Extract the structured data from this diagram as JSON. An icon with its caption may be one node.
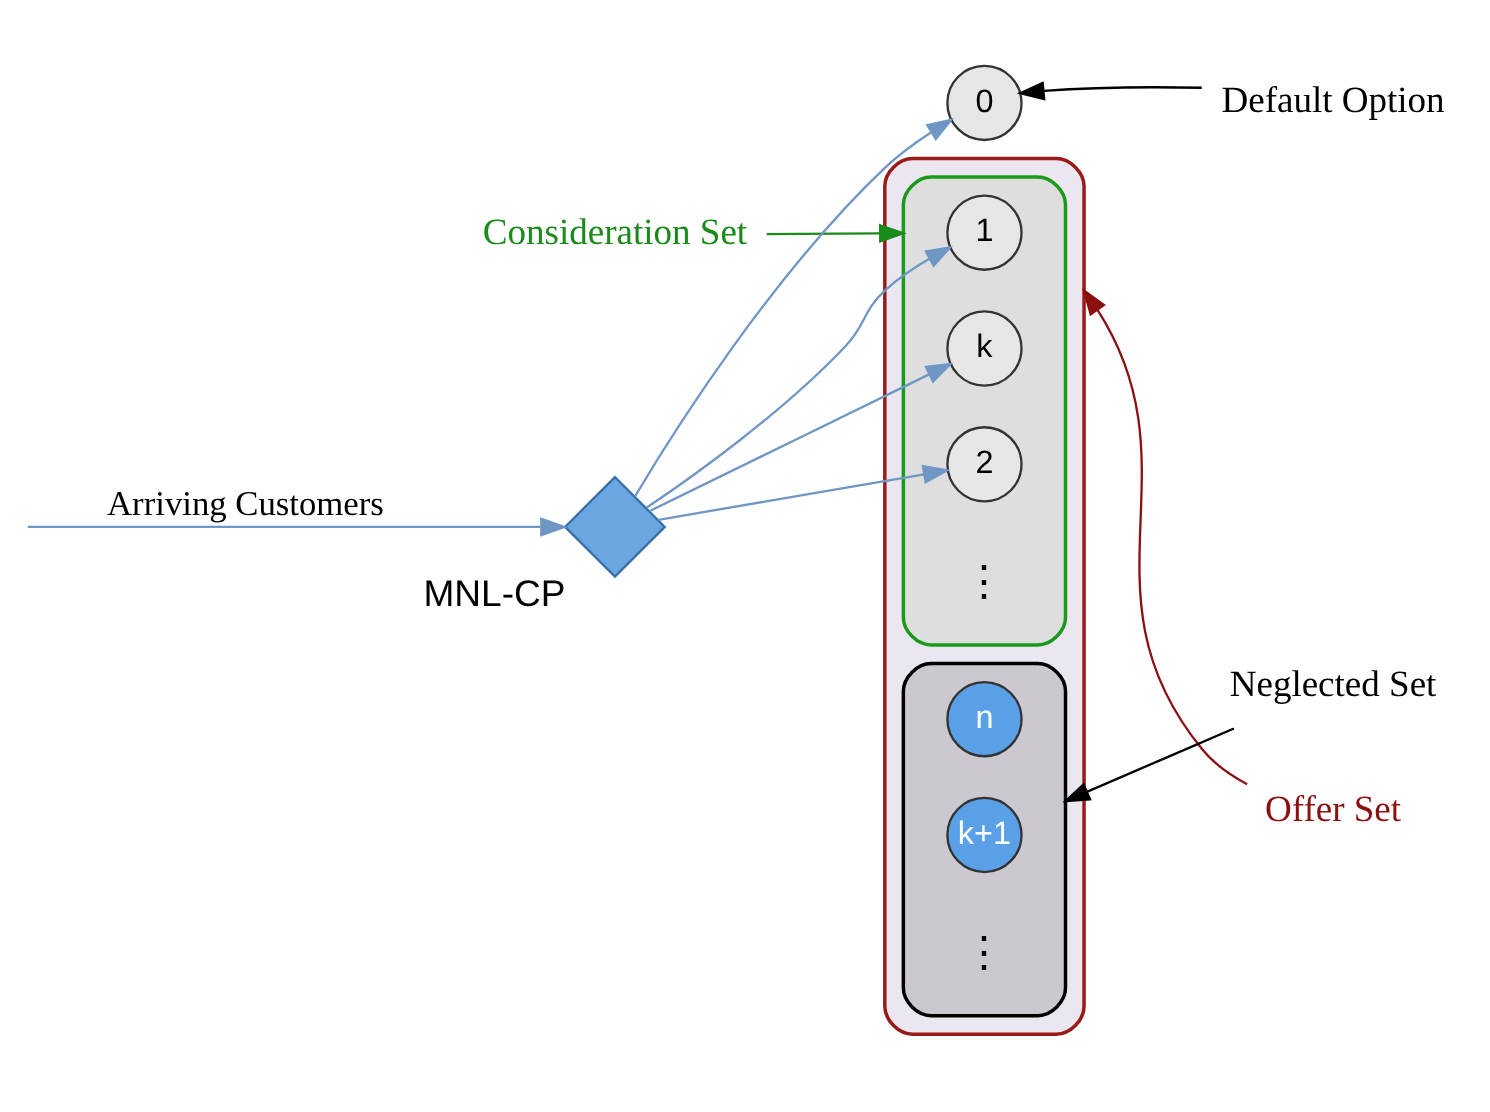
{
  "diagram": {
    "nodes": [
      {
        "text": [
          "0"
        ]
      },
      {
        "text": [
          "Default Option"
        ]
      },
      {
        "text": [
          "Consideration Set"
        ]
      },
      {
        "text": [],
        "shape": "ellipse"
      },
      {
        "text": [],
        "shape": "ellipse",
        "in": 3
      },
      {
        "text": [
          "1"
        ],
        "in": 4
      },
      {
        "text": [
          "2"
        ],
        "in": 4
      },
      {
        "text": [
          "k"
        ],
        "in": 4
      },
      {
        "text": [
          "Offer Set"
        ]
      },
      {
        "text": [],
        "shape": "ellipse",
        "in": 3
      },
      {
        "text": [
          "k+1"
        ],
        "in": 9
      },
      {
        "text": [
          "n"
        ],
        "in": 9
      },
      {
        "text": [
          "Neglected Set"
        ]
      },
      {
        "text": [],
        "shape": "diamond",
        "beside": [
          "MNL-CP"
        ]
      }
    ],
    "edges": [
      {
        "from": null,
        "to": 13,
        "arrow": "to",
        "label": "Arriving Customers"
      },
      {
        "from": 13,
        "to": 0,
        "arrow": "to"
      },
      {
        "from": 13,
        "to": 5,
        "arrow": "to"
      },
      {
        "from": 13,
        "to": 6,
        "arrow": "to"
      },
      {
        "from": 13,
        "to": 7,
        "arrow": "to"
      },
      {
        "from": 1,
        "to": 0,
        "arrow": "to",
        "color": "#000000"
      },
      {
        "from": 2,
        "to": 4,
        "arrow": "to",
        "color": "#1a8a1a"
      },
      {
        "from": 8,
        "to": 3,
        "arrow": "to",
        "color": "#8b1010"
      },
      {
        "from": 12,
        "to": 9,
        "arrow": "to",
        "color": "#000000"
      }
    ],
    "labels": [
      "⋮",
      "⋮"
    ]
  }
}
